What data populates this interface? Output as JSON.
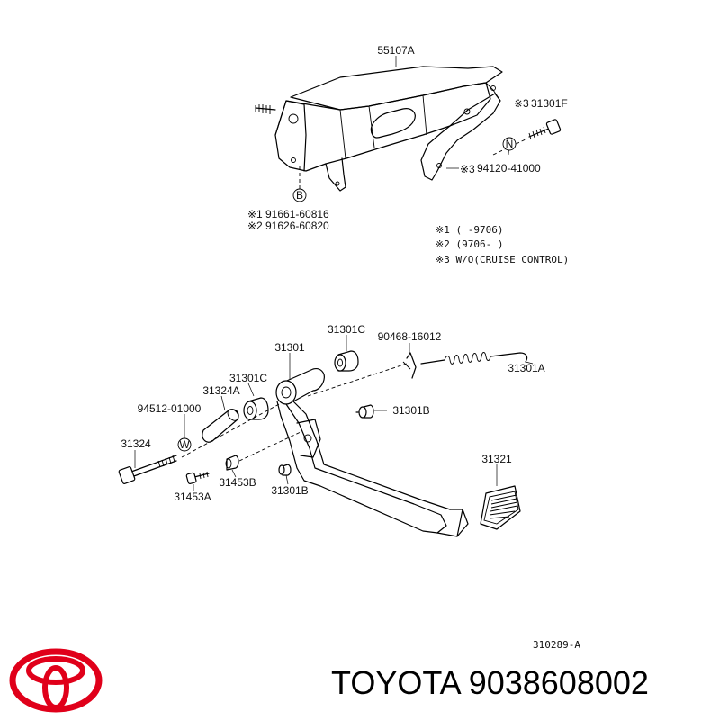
{
  "labels": {
    "bracket": "55107A",
    "bolt_top": "31301F",
    "nut": "94120-41000",
    "bolt_a": "91661-60816",
    "bolt_b": "91626-60820",
    "pedal_arm": "31301",
    "bush_c_top": "31301C",
    "clip": "90468-16012",
    "spring": "31301A",
    "bush_a": "31324A",
    "bush_c_mid": "31301C",
    "cushion_b": "31301B",
    "washer": "94512-01000",
    "pedal_pad": "31321",
    "pivot_bolt": "31324",
    "screw_b": "31453B",
    "screw_a": "31453A",
    "stopper_b": "31301B",
    "drawing_no": "310289-A"
  },
  "marks": {
    "mark3": "※3",
    "mark1": "※1",
    "mark2": "※2",
    "circle_n": "N",
    "circle_b": "B",
    "circle_w": "W"
  },
  "notes": [
    "※1 (      -9706)",
    "※2 (9706-      )",
    "※3 W/O(CRUISE CONTROL)"
  ],
  "brand": {
    "name": "TOYOTA 9038608002",
    "logo_color": "#e0001a"
  }
}
